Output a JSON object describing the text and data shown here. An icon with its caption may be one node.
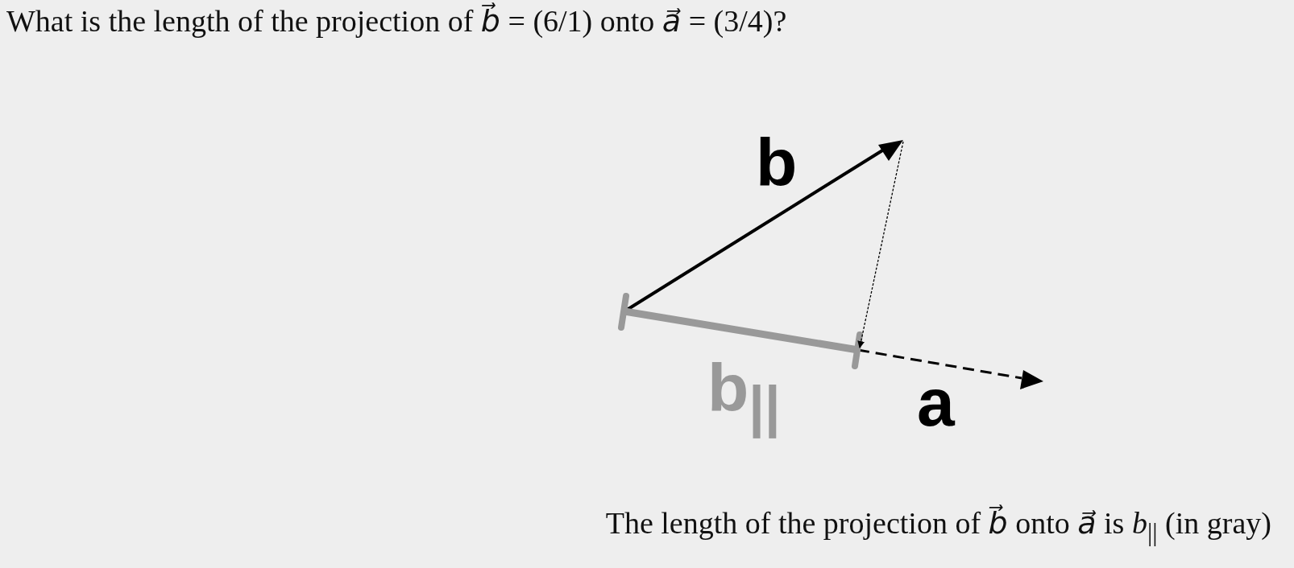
{
  "diagram": {
    "title": "What is the length of the projection of *b⃗* = (6/1) onto *a⃗* = (3/4)?",
    "caption": "The length of the projection of *b⃗* onto *a⃗* is *b*$_{||}$ (in gray)",
    "labels": [
      "b",
      "b$_{||}$",
      "a"
    ]
  }
}
